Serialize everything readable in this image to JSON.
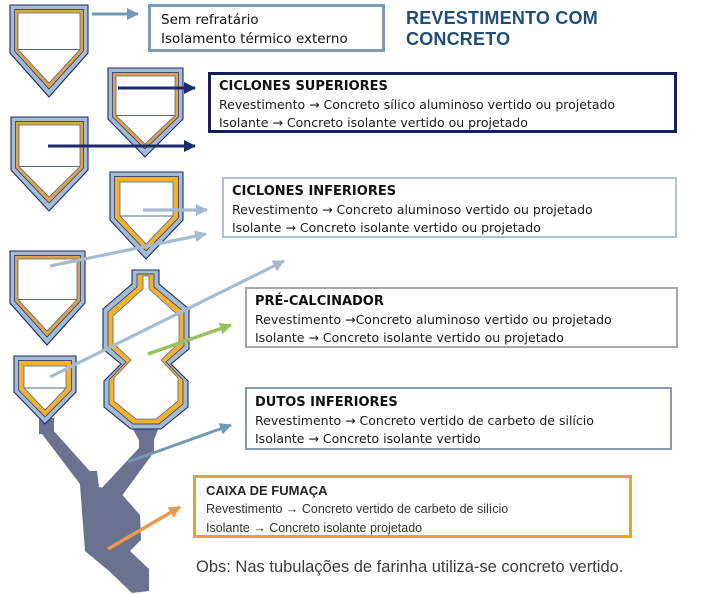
{
  "title": "REVESTIMENTO COM CONCRETO",
  "note": "Obs: Nas tubulações de farinha utiliza-se concreto vertido.",
  "boxes": {
    "sem_refratario": {
      "line1": "Sem refratário",
      "line2": "Isolamento térmico externo"
    },
    "ciclones_superiores": {
      "heading": "CICLONES SUPERIORES",
      "revestimento": "Revestimento → Concreto sílico aluminoso vertido ou projetado",
      "isolante": "Isolante → Concreto isolante vertido ou projetado"
    },
    "ciclones_inferiores": {
      "heading": "CICLONES INFERIORES",
      "revestimento": "Revestimento → Concreto aluminoso vertido ou projetado",
      "isolante": "Isolante → Concreto isolante vertido ou projetado"
    },
    "pre_calcinador": {
      "heading": "PRÉ-CALCINADOR",
      "revestimento": "Revestimento →Concreto aluminoso vertido ou projetado",
      "isolante": "Isolante → Concreto isolante vertido ou projetado"
    },
    "dutos_inferiores": {
      "heading": "DUTOS INFERIORES",
      "revestimento": "Revestimento → Concreto vertido de carbeto de silício",
      "isolante": "Isolante → Concreto isolante vertido"
    },
    "caixa_de_fumaca": {
      "heading": "CAIXA DE FUMAÇA",
      "revestimento": "Revestimento → Concreto vertido de carbeto de silício",
      "isolante": "Isolante → Concreto isolante projetado"
    }
  },
  "diagram_icons": {
    "cyclone": "cyclone-vessel-icon",
    "calciner": "calciner-vessel-icon",
    "duct": "smoke-box-duct-icon",
    "arrow": "pointer-arrow-icon"
  },
  "colors": {
    "title_blue": "#1f4e79",
    "navy": "#1b2a6b",
    "navy_border": "#141f5c",
    "steel_band": "#a4bbd2",
    "steel_arrow": "#7398b4",
    "box_steel_border": "#7f9cb5",
    "light_steel_border": "#aac4d4",
    "gray_border": "#a6a6a6",
    "orange_band": "#dca44a",
    "yellow_band": "#f2b22d",
    "duct_gray": "#6b7290",
    "green_arrow": "#9cbf60",
    "orange_arrow": "#e8994d",
    "orange_accent": "#eba22c"
  }
}
